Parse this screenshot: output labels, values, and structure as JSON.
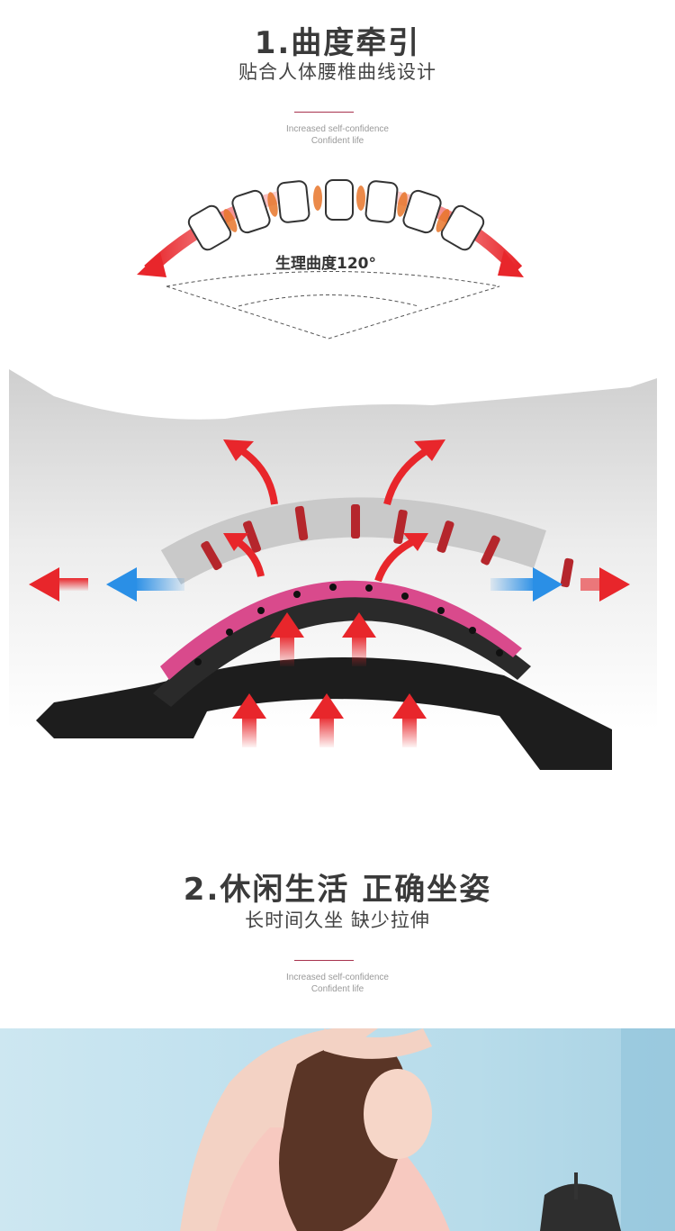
{
  "section1": {
    "title": "1.曲度牵引",
    "subtitle": "贴合人体腰椎曲线设计",
    "tag_line1": "Increased self-confidence",
    "tag_line2": "Confident life",
    "curve_label": "生理曲度120°"
  },
  "section2": {
    "title": "2.休闲生活  正确坐姿",
    "subtitle": "长时间久坐  缺少拉伸",
    "tag_line1": "Increased self-confidence",
    "tag_line2": "Confident life"
  },
  "colors": {
    "accent_red": "#e8262b",
    "accent_blue": "#2a8fe6",
    "pad_pink": "#d94a8c",
    "divider": "#a8324e"
  }
}
